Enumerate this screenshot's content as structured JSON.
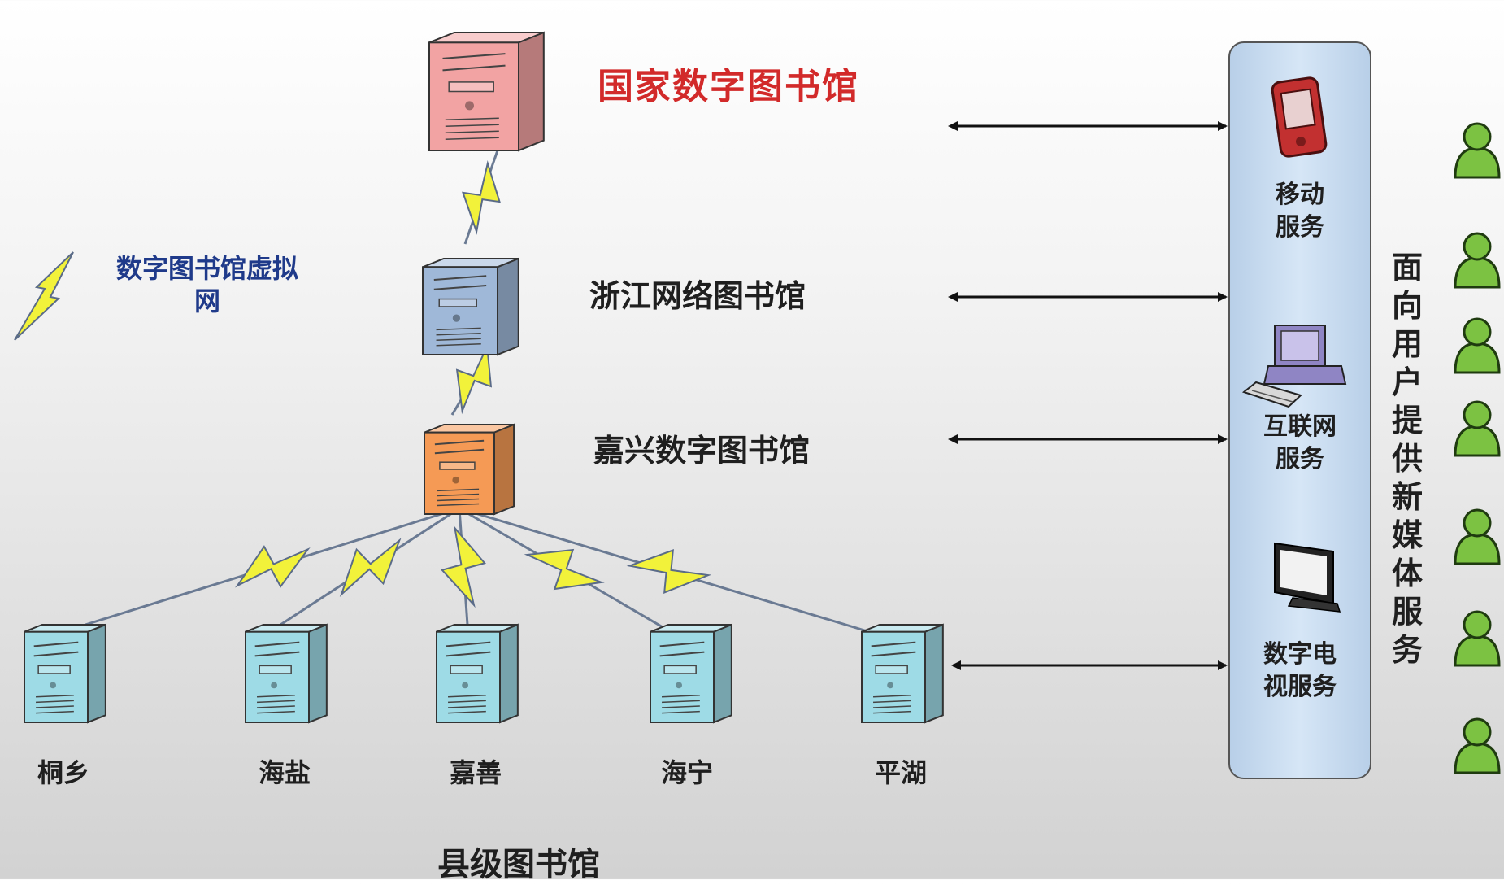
{
  "nodes": {
    "national": "国家数字图书馆",
    "zhejiang": "浙江网络图书馆",
    "jiaxing": "嘉兴数字图书馆"
  },
  "legend": {
    "line1": "数字图书馆虚拟",
    "line2": "网"
  },
  "county_libraries": [
    "桐乡",
    "海盐",
    "嘉善",
    "海宁",
    "平湖"
  ],
  "footer_label": "县级图书馆",
  "services": [
    {
      "line1": "移动",
      "line2": "服务",
      "icon": "mobile-phone-icon"
    },
    {
      "line1": "互联网",
      "line2": "服务",
      "icon": "desktop-computer-icon"
    },
    {
      "line1": "数字电",
      "line2": "视服务",
      "icon": "tv-monitor-icon"
    }
  ],
  "vertical_label": "面向用户提供新媒体服务",
  "colors": {
    "national_server": "#f2a3a3",
    "zhejiang_server": "#9fb8d8",
    "jiaxing_server": "#f59a55",
    "county_server": "#9edbe6",
    "service_panel": "#c9dcf0",
    "lightning": "#f2f23a",
    "user_icon": "#7cc242"
  },
  "user_icon_count": 7
}
